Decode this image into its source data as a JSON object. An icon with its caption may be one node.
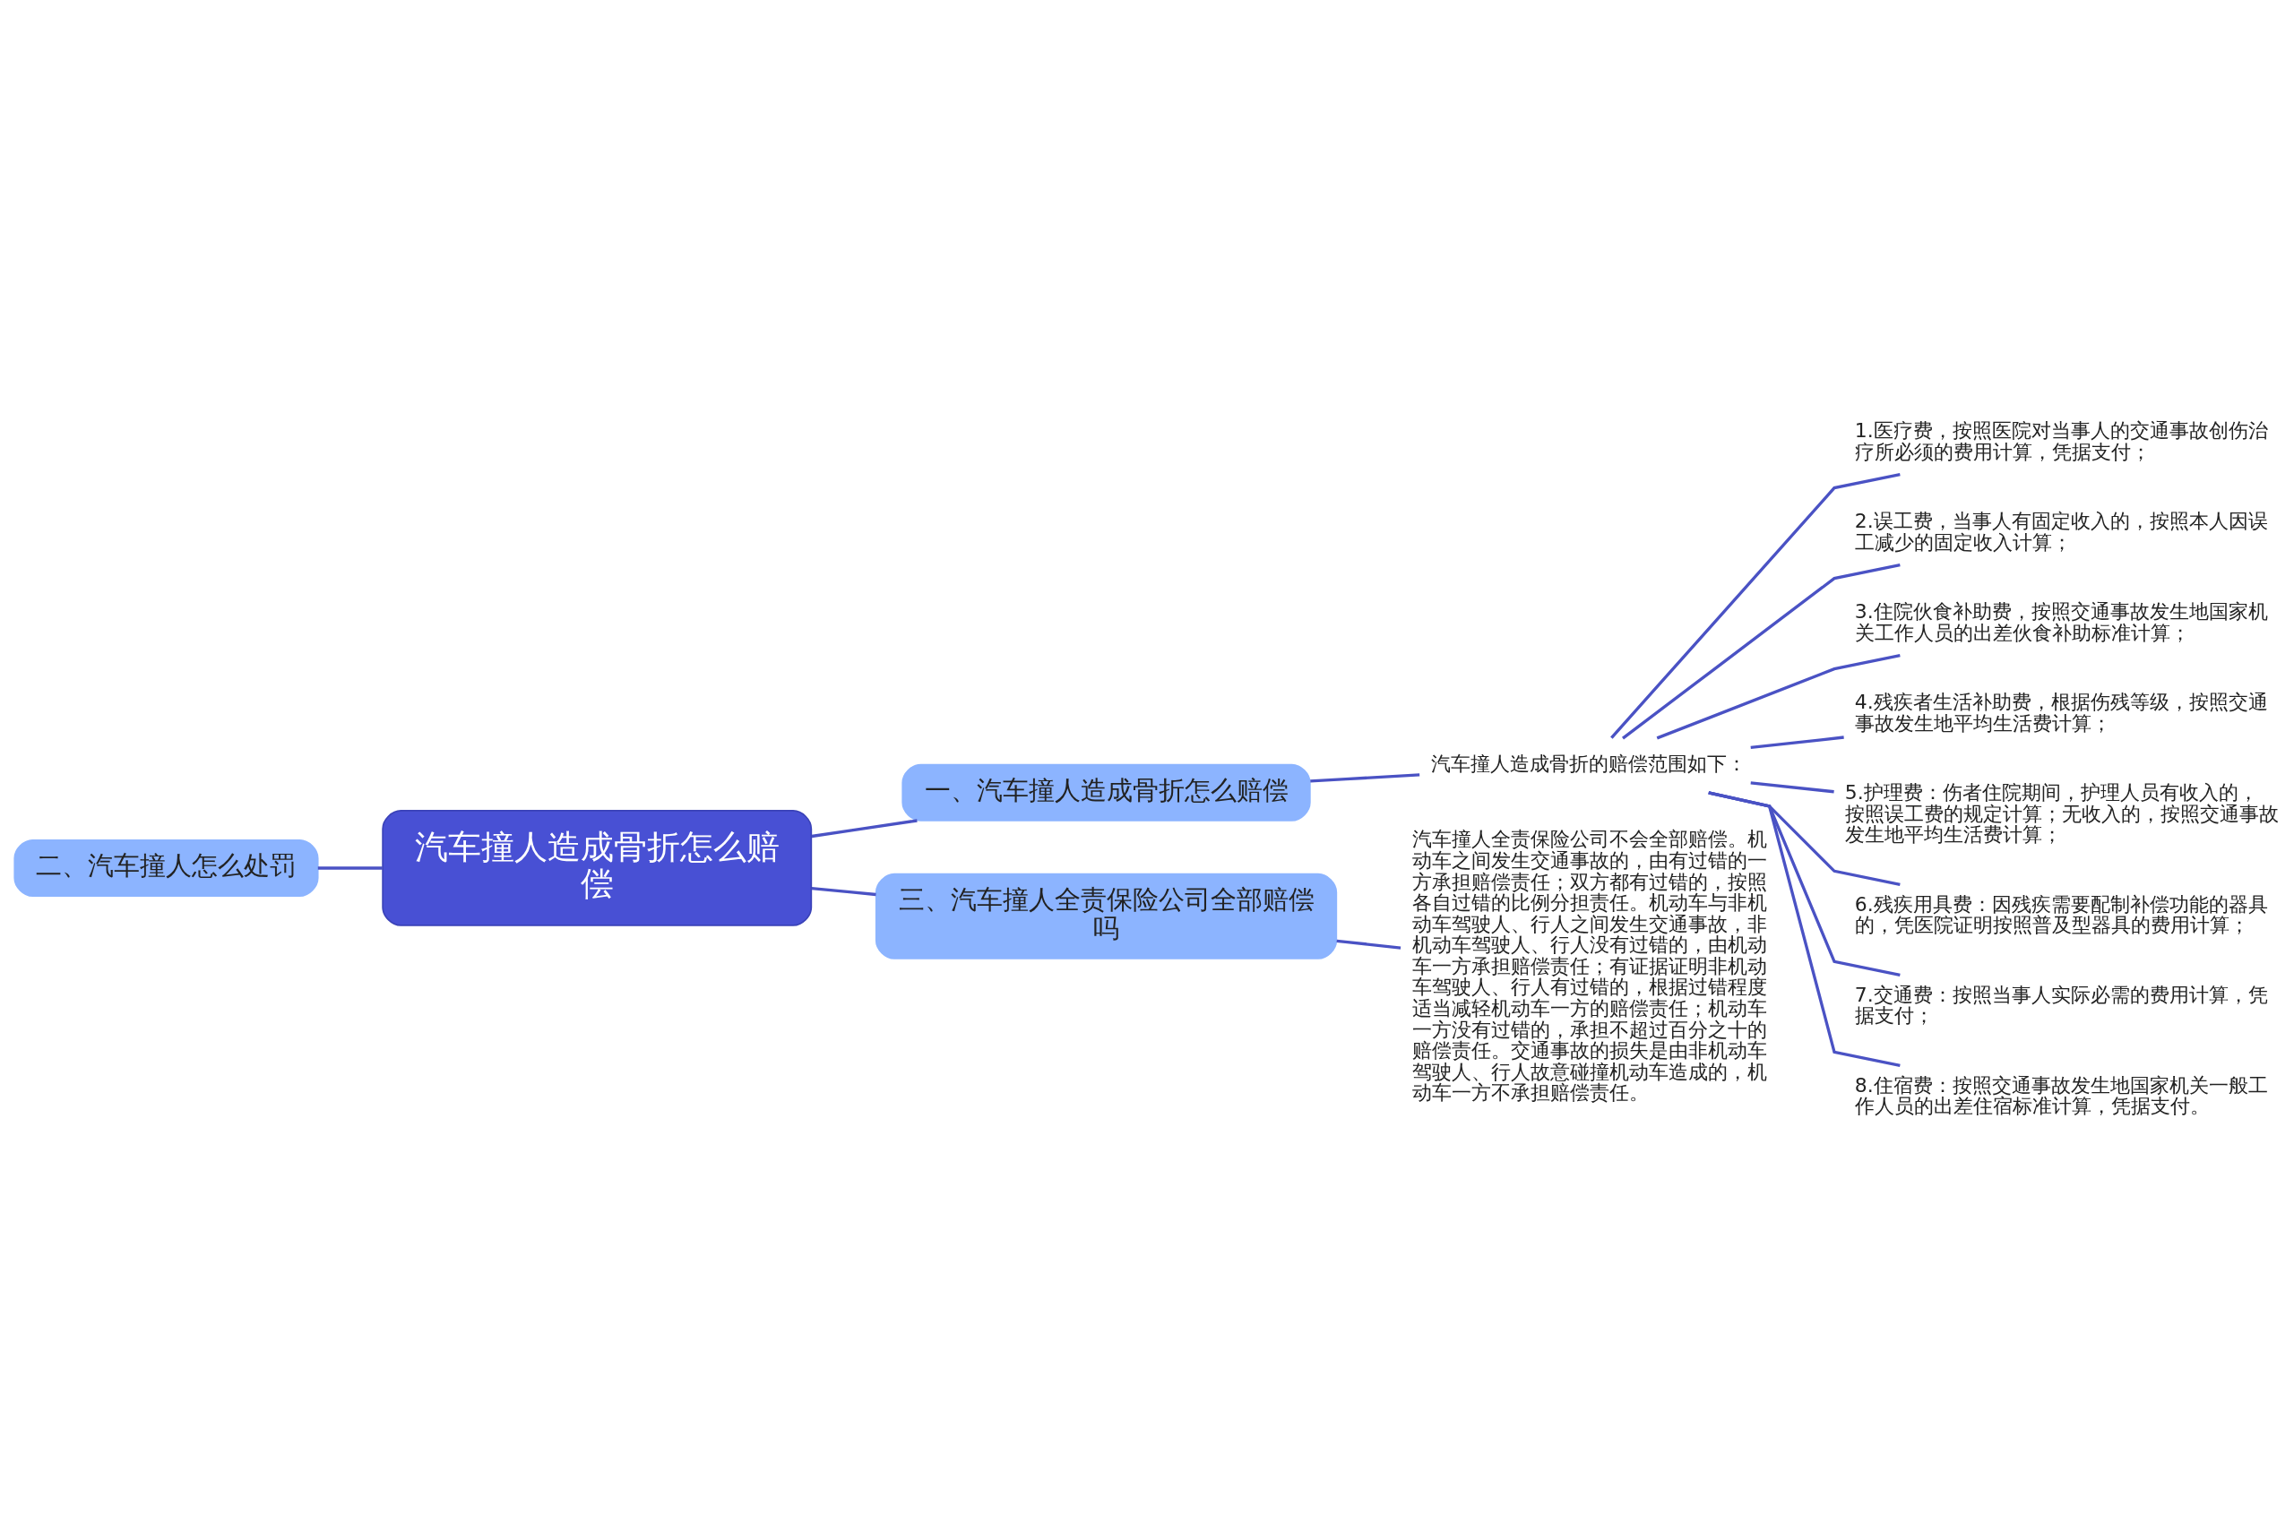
{
  "diagram": {
    "nodes": [
      {
        "text": [
          "汽车撞人造成骨折怎么赔偿"
        ]
      },
      {
        "text": [
          "一、汽车撞人造成骨折怎么赔偿"
        ]
      },
      {
        "text": [
          "汽车撞人造成骨折的赔偿范围如下："
        ]
      },
      {
        "text": [
          "1.医疗费，按照医院对当事人的交通事故创伤治疗所必须的费用计算，凭据支付；"
        ]
      },
      {
        "text": [
          "2.误工费，当事人有固定收入的，按照本人因误工减少的固定收入计算；"
        ]
      },
      {
        "text": [
          "3.住院伙食补助费，按照交通事故发生地国家机关工作人员的出差伙食补助标准计算；"
        ]
      },
      {
        "text": [
          "4.残疾者生活补助费，根据伤残等级，按照交通事故发生地平均生活费计算；"
        ]
      },
      {
        "text": [
          "5.护理费：伤者住院期间，护理人员有收入的，按照误工费的规定计算；无收入的，按照交通事故发生地平均生活费计算；"
        ]
      },
      {
        "text": [
          "6.残疾用具费：因残疾需要配制补偿功能的器具的，凭医院证明按照普及型器具的费用计算；"
        ]
      },
      {
        "text": [
          "7.交通费：按照当事人实际必需的费用计算，凭据支付；"
        ]
      },
      {
        "text": [
          "8.住宿费：按照交通事故发生地国家机关一般工作人员的出差住宿标准计算，凭据支付。"
        ]
      },
      {
        "text": [
          "三、汽车撞人全责保险公司全部赔偿吗"
        ]
      },
      {
        "text": [
          "汽车撞人全责保险公司不会全部赔偿。机动车之间发生交通事故的，由有过错的一方承担赔偿责任；双方都有过错的，按照各自过错的比例分担责任。机动车与非机动车驾驶人、行人之间发生交通事故，非机动车驾驶人、行人没有过错的，由机动车一方承担赔偿责任；有证据证明非机动车驾驶人、行人有过错的，根据过错程度适当减轻机动车一方的赔偿责任；机动车一方没有过错的，承担不超过百分之十的赔偿责任。交通事故的损失是由非机动车驾驶人、行人故意碰撞机动车造成的，机动车一方不承担赔偿责任。"
        ]
      },
      {
        "text": [
          "二、汽车撞人怎么处罚"
        ]
      }
    ],
    "edges": [
      {
        "from": 0,
        "to": 1,
        "arrow": "none"
      },
      {
        "from": 1,
        "to": 2,
        "arrow": "none"
      },
      {
        "from": 2,
        "to": 3,
        "arrow": "none"
      },
      {
        "from": 2,
        "to": 4,
        "arrow": "none"
      },
      {
        "from": 2,
        "to": 5,
        "arrow": "none"
      },
      {
        "from": 2,
        "to": 6,
        "arrow": "none"
      },
      {
        "from": 2,
        "to": 7,
        "arrow": "none"
      },
      {
        "from": 2,
        "to": 8,
        "arrow": "none"
      },
      {
        "from": 2,
        "to": 9,
        "arrow": "none"
      },
      {
        "from": 2,
        "to": 10,
        "arrow": "none"
      },
      {
        "from": 0,
        "to": 11,
        "arrow": "none"
      },
      {
        "from": 11,
        "to": 12,
        "arrow": "none"
      },
      {
        "from": 13,
        "to": 0,
        "arrow": "none"
      }
    ]
  }
}
